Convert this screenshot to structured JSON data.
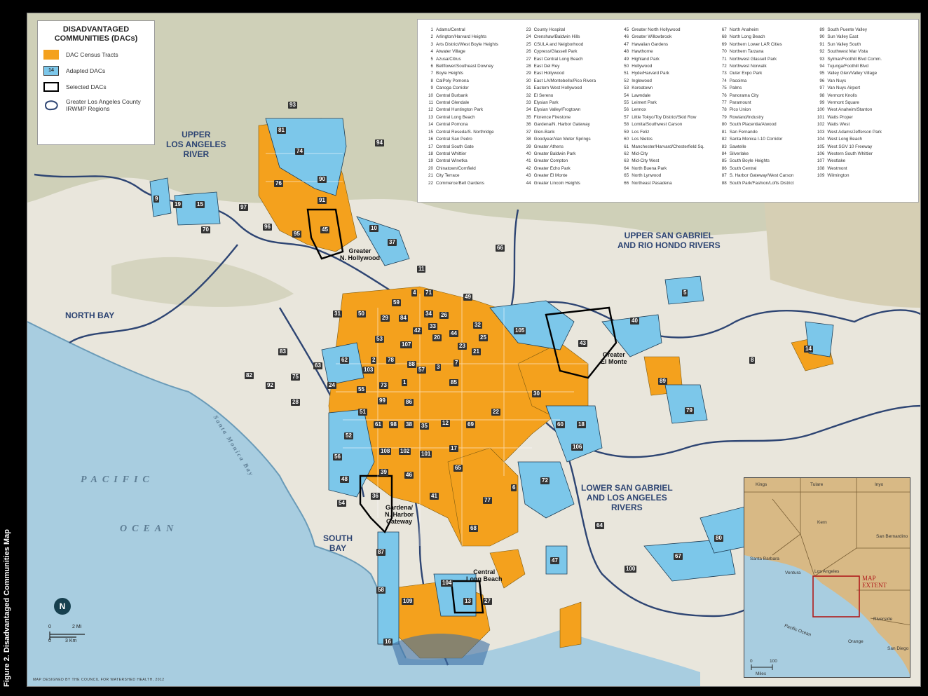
{
  "caption": "Figure 2. Disadvantaged Communities Map",
  "legend": {
    "title": "DISADVANTAGED COMMUNITIES (DACs)",
    "items": [
      {
        "label": "DAC Census Tracts",
        "swatch": "dac"
      },
      {
        "label": "Adapted DACs",
        "swatch": "adapted",
        "swatch_text": "14"
      },
      {
        "label": "Selected DACs",
        "swatch": "selected"
      },
      {
        "label": "Greater Los Angeles County IRWMP Regions",
        "swatch": "region"
      }
    ]
  },
  "colors": {
    "dac": "#f4a11d",
    "adapted": "#7cc7ea",
    "region_line": "#2e4573",
    "ocean": "#a8cde0",
    "land": "#e9e6dc"
  },
  "index": [
    [
      "1",
      "Adams/Central"
    ],
    [
      "2",
      "Arlington/Harvard Heights"
    ],
    [
      "3",
      "Arts District/West Boyle Heights"
    ],
    [
      "4",
      "Atwater Village"
    ],
    [
      "5",
      "Azusa/Citrus"
    ],
    [
      "6",
      "Bellflower/Southeast Downey"
    ],
    [
      "7",
      "Boyle Heights"
    ],
    [
      "8",
      "CalPoly Pomona"
    ],
    [
      "9",
      "Canoga Corridor"
    ],
    [
      "10",
      "Central Burbank"
    ],
    [
      "11",
      "Central Glendale"
    ],
    [
      "12",
      "Central Huntington Park"
    ],
    [
      "13",
      "Central Long Beach"
    ],
    [
      "14",
      "Central Pomona"
    ],
    [
      "15",
      "Central Reseda/S. Northridge"
    ],
    [
      "16",
      "Central San Pedro"
    ],
    [
      "17",
      "Central South Gate"
    ],
    [
      "18",
      "Central Whittier"
    ],
    [
      "19",
      "Central Winetka"
    ],
    [
      "20",
      "Chinatown/Cornfield"
    ],
    [
      "21",
      "City Terrace"
    ],
    [
      "22",
      "Commerce/Bell Gardens"
    ],
    [
      "23",
      "County Hospital"
    ],
    [
      "24",
      "Crenshaw/Baldwin Hills"
    ],
    [
      "25",
      "CSULA and Neigborhood"
    ],
    [
      "26",
      "Cypress/Glassell Park"
    ],
    [
      "27",
      "East Central Long Beach"
    ],
    [
      "28",
      "East Del Rey"
    ],
    [
      "29",
      "East Hollywood"
    ],
    [
      "30",
      "East LA/Montebello/Pico Rivera"
    ],
    [
      "31",
      "Eastern West Hollywood"
    ],
    [
      "32",
      "El Sereno"
    ],
    [
      "33",
      "Elysian Park"
    ],
    [
      "34",
      "Elysian Valley/Frogtown"
    ],
    [
      "35",
      "Florence Firestone"
    ],
    [
      "36",
      "Gardena/N. Harbor Gateway"
    ],
    [
      "37",
      "Glen-Bank"
    ],
    [
      "38",
      "Goodyear/Van Meter Springs"
    ],
    [
      "39",
      "Greater Athens"
    ],
    [
      "40",
      "Greater Baldwin Park"
    ],
    [
      "41",
      "Greater Compton"
    ],
    [
      "42",
      "Greater Echo Park"
    ],
    [
      "43",
      "Greater El Monte"
    ],
    [
      "44",
      "Greater Lincoln Heights"
    ],
    [
      "45",
      "Greater North Hollywood"
    ],
    [
      "46",
      "Greater Willowbrook"
    ],
    [
      "47",
      "Hawaiian Gardens"
    ],
    [
      "48",
      "Hawthorne"
    ],
    [
      "49",
      "Highland Park"
    ],
    [
      "50",
      "Hollywood"
    ],
    [
      "51",
      "Hyde/Harvard Park"
    ],
    [
      "52",
      "Inglewood"
    ],
    [
      "53",
      "Koreatown"
    ],
    [
      "54",
      "Lawndale"
    ],
    [
      "55",
      "Leimert Park"
    ],
    [
      "56",
      "Lennox"
    ],
    [
      "57",
      "Little Tokyo/Toy District/Skid Row"
    ],
    [
      "58",
      "Lomita/Southwest Carson"
    ],
    [
      "59",
      "Los Feliz"
    ],
    [
      "60",
      "Los Nietos"
    ],
    [
      "61",
      "Manchester/Harvard/Chesterfield Sq."
    ],
    [
      "62",
      "Mid-City"
    ],
    [
      "63",
      "Mid-City West"
    ],
    [
      "64",
      "North Buena Park"
    ],
    [
      "65",
      "North Lynwood"
    ],
    [
      "66",
      "Northeast Pasadena"
    ],
    [
      "67",
      "North Anaheim"
    ],
    [
      "68",
      "North Long Beach"
    ],
    [
      "69",
      "Northern Lower LAR Cities"
    ],
    [
      "70",
      "Northern Tarzana"
    ],
    [
      "71",
      "Northwest Glassell Park"
    ],
    [
      "72",
      "Northwest Norwalk"
    ],
    [
      "73",
      "Outer Expo Park"
    ],
    [
      "74",
      "Pacoima"
    ],
    [
      "75",
      "Palms"
    ],
    [
      "76",
      "Panorama City"
    ],
    [
      "77",
      "Paramount"
    ],
    [
      "78",
      "Pico Union"
    ],
    [
      "79",
      "Rowland/Industry"
    ],
    [
      "80",
      "South Placentia/Atwood"
    ],
    [
      "81",
      "San Fernando"
    ],
    [
      "82",
      "Santa Monica I-10 Corridor"
    ],
    [
      "83",
      "Sawtelle"
    ],
    [
      "84",
      "Silverlake"
    ],
    [
      "85",
      "South Boyle Heights"
    ],
    [
      "86",
      "South Central"
    ],
    [
      "87",
      "S. Harbor Gateway/West Carson"
    ],
    [
      "88",
      "South Park/Fashion/Lofts District"
    ],
    [
      "89",
      "South Puente Valley"
    ],
    [
      "90",
      "Sun Valley East"
    ],
    [
      "91",
      "Sun Valley South"
    ],
    [
      "92",
      "Southwest Mar Vista"
    ],
    [
      "93",
      "Sylmar/Foothill Blvd Comm."
    ],
    [
      "94",
      "Tujunga/Foothill Blvd"
    ],
    [
      "95",
      "Valley Glen/Valley Village"
    ],
    [
      "96",
      "Van Nuys"
    ],
    [
      "97",
      "Van Nuys Airport"
    ],
    [
      "98",
      "Vermont Knolls"
    ],
    [
      "99",
      "Vermont Square"
    ],
    [
      "100",
      "West Anaheim/Stanton"
    ],
    [
      "101",
      "Watts Proper"
    ],
    [
      "102",
      "Watts West"
    ],
    [
      "103",
      "West Adams/Jefferson Park"
    ],
    [
      "104",
      "West Long Beach"
    ],
    [
      "105",
      "West SGV 10 Freeway"
    ],
    [
      "106",
      "Western South Whittier"
    ],
    [
      "107",
      "Westlake"
    ],
    [
      "108",
      "Westmont"
    ],
    [
      "109",
      "Wilmington"
    ]
  ],
  "regions": {
    "upper_la": "UPPER\nLOS ANGELES\nRIVER",
    "upper_sg": "UPPER SAN GABRIEL\nAND RIO HONDO RIVERS",
    "north_bay": "NORTH BAY",
    "lower_sg": "LOWER SAN GABRIEL\nAND LOS ANGELES\nRIVERS",
    "south_bay": "SOUTH\nBAY"
  },
  "water": {
    "pacific": "PACIFIC",
    "ocean": "OCEAN",
    "bay": "Santa Monica Bay"
  },
  "selected_labels": {
    "north_hollywood": "Greater\nN. Hollywood",
    "el_monte": "Greater\nEl Monte",
    "gardena": "Gardena/\nN. Harbor\nGateway",
    "long_beach": "Central\nLong Beach"
  },
  "map_numbers": [
    "93",
    "81",
    "74",
    "94",
    "76",
    "90",
    "9",
    "19",
    "15",
    "91",
    "97",
    "96",
    "95",
    "45",
    "70",
    "10",
    "37",
    "66",
    "11",
    "4",
    "71",
    "49",
    "59",
    "31",
    "50",
    "29",
    "84",
    "34",
    "26",
    "42",
    "33",
    "20",
    "44",
    "32",
    "25",
    "23",
    "21",
    "105",
    "40",
    "5",
    "43",
    "53",
    "107",
    "83",
    "62",
    "2",
    "78",
    "88",
    "57",
    "3",
    "7",
    "63",
    "82",
    "92",
    "75",
    "103",
    "73",
    "1",
    "85",
    "24",
    "55",
    "28",
    "30",
    "99",
    "86",
    "51",
    "22",
    "8",
    "14",
    "89",
    "79",
    "61",
    "98",
    "38",
    "35",
    "12",
    "69",
    "52",
    "60",
    "18",
    "106",
    "108",
    "102",
    "101",
    "17",
    "56",
    "65",
    "39",
    "46",
    "48",
    "72",
    "36",
    "41",
    "77",
    "6",
    "54",
    "64",
    "68",
    "80",
    "67",
    "47",
    "100",
    "87",
    "104",
    "58",
    "13",
    "27",
    "109",
    "16"
  ],
  "inset": {
    "places": [
      "Kings",
      "Tulare",
      "Inyo",
      "Kern",
      "San Bernardino",
      "Santa Barbara",
      "Ventura",
      "Los Angeles",
      "Riverside",
      "Orange",
      "San Diego",
      "Pacific Ocean"
    ],
    "extent_label": "MAP\nEXTENT",
    "scale_label": "Miles",
    "scale_ticks": [
      "0",
      "100"
    ]
  },
  "scale": {
    "miles": "2 Mi",
    "km": "3 Km",
    "zero": "0"
  },
  "north_symbol": "N",
  "credit": "MAP DESIGNED BY THE COUNCIL FOR WATERSHED HEALTH, 2012"
}
